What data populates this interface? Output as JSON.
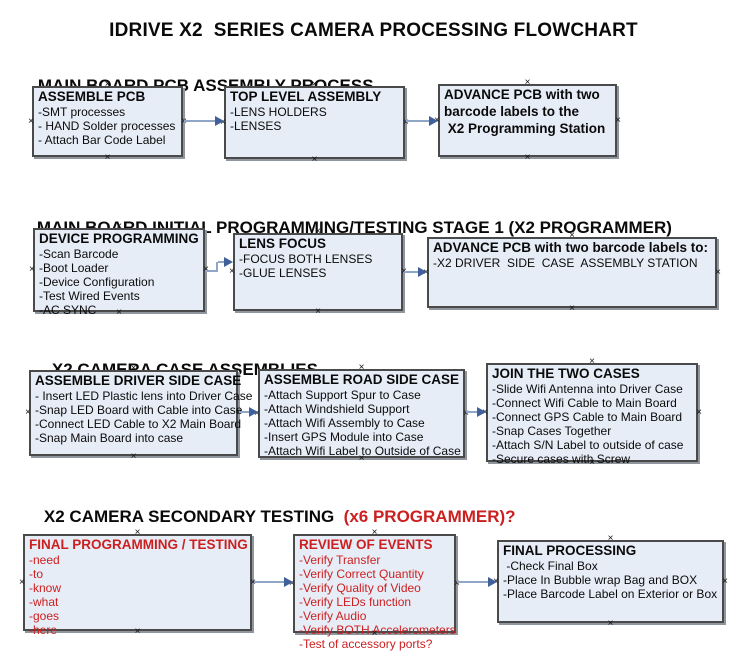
{
  "title": "IDRIVE X2  SERIES CAMERA PROCESSING FLOWCHART",
  "colors": {
    "box_fill": "#e7edf7",
    "box_border": "#4a4a4a",
    "shadow": "#8f969e",
    "arrow_line": "#8fa6c6",
    "arrow_head": "#40609a",
    "red_text": "#cc2020",
    "ink": "#0a0a0a"
  },
  "sections": [
    {
      "header": "MAIN BOARD PCB ASSEMBLY PROCESS",
      "boxes": [
        {
          "title": "ASSEMBLE PCB",
          "lines": [
            "-SMT processes",
            "- HAND Solder processes",
            "- Attach Bar Code Label"
          ]
        },
        {
          "title": "TOP LEVEL ASSEMBLY",
          "lines": [
            "-LENS HOLDERS",
            "-LENSES"
          ]
        },
        {
          "title": "ADVANCE PCB with two",
          "lines": [
            "barcode labels to the",
            " X2 Programming Station"
          ]
        }
      ]
    },
    {
      "header": "MAIN BOARD INITIAL PROGRAMMING/TESTING STAGE 1 (X2 PROGRAMMER)",
      "boxes": [
        {
          "title": "DEVICE PROGRAMMING",
          "lines": [
            "-Scan Barcode",
            "-Boot Loader",
            "-Device Configuration",
            "-Test Wired Events",
            "-AC SYNC"
          ]
        },
        {
          "title": "LENS FOCUS",
          "lines": [
            "-FOCUS BOTH LENSES",
            "-GLUE LENSES"
          ]
        },
        {
          "title": "ADVANCE PCB with two barcode labels to:",
          "lines": [
            "-X2 DRIVER  SIDE  CASE  ASSEMBLY STATION"
          ]
        }
      ]
    },
    {
      "header": "X2 CAMERA CASE ASSEMBLIES",
      "boxes": [
        {
          "title": "ASSEMBLE DRIVER SIDE CASE",
          "lines": [
            "- Insert LED Plastic lens into Driver Case",
            "-Snap LED Board with Cable into Case",
            "-Connect LED Cable to X2 Main Board",
            "-Snap Main Board into case"
          ]
        },
        {
          "title": "ASSEMBLE ROAD SIDE CASE",
          "lines": [
            "-Attach Support Spur to Case",
            "-Attach Windshield Support",
            "-Attach Wifi Assembly to Case",
            "-Insert GPS Module into Case",
            "-Attach Wifi Label to Outside of Case"
          ]
        },
        {
          "title": "JOIN THE TWO CASES",
          "lines": [
            "-Slide Wifi Antenna into Driver Case",
            "-Connect Wifi Cable to Main Board",
            "-Connect GPS Cable to Main Board",
            "-Snap Cases Together",
            "-Attach S/N Label to outside of case",
            "-Secure cases with Screw"
          ]
        }
      ]
    },
    {
      "header": "X2 CAMERA SECONDARY TESTING  ",
      "header_red": "(x6 PROGRAMMER)?",
      "boxes": [
        {
          "title": "FINAL PROGRAMMING / TESTING",
          "lines": [
            "-need",
            "-to",
            "-know",
            "-what",
            "-goes",
            "-here"
          ]
        },
        {
          "title": "REVIEW OF EVENTS",
          "lines": [
            "-Verify Transfer",
            "-Verify Correct Quantity",
            "-Verify Quality of Video",
            "-Verify LEDs function",
            "-Verify Audio",
            "-Verify BOTH Accelerometers",
            "-Test of accessory ports?"
          ]
        },
        {
          "title": "FINAL PROCESSING",
          "lines": [
            " -Check Final Box",
            "-Place In Bubble wrap Bag and BOX",
            "-Place Barcode Label on Exterior or Box"
          ]
        }
      ]
    }
  ]
}
